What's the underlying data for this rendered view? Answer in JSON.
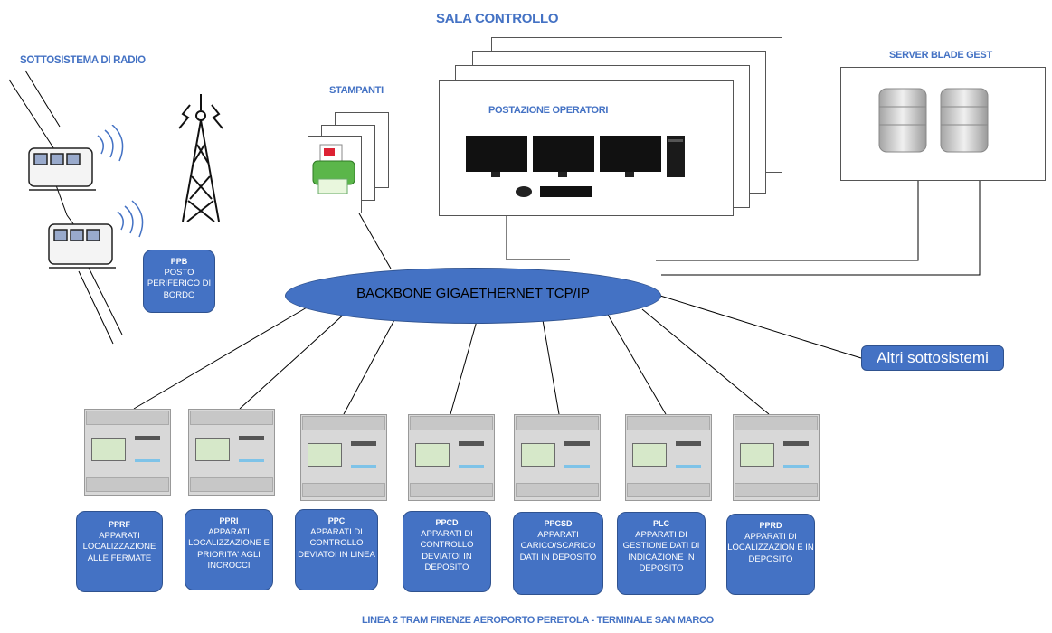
{
  "titles": {
    "sala_controllo": "SALA CONTROLLO",
    "sottosistema_radio": "SOTTOSISTEMA DI RADIO",
    "stampanti": "STAMPANTI",
    "postazione_operatori": "POSTAZIONE OPERATORI",
    "server_blade": "SERVER BLADE GEST",
    "footer": "LINEA  2 TRAM FIRENZE  AEROPORTO PERETOLA - TERMINALE SAN MARCO"
  },
  "backbone": "BACKBONE  GIGAETHERNET TCP/IP",
  "altri": "Altri sottosistemi",
  "ppb": {
    "code": "PPB",
    "desc": "POSTO PERIFERICO DI BORDO"
  },
  "devices": [
    {
      "code": "PPRF",
      "desc": "APPARATI LOCALIZZAZIONE ALLE FERMATE"
    },
    {
      "code": "PPRI",
      "desc": "APPARATI LOCALIZZAZIONE E PRIORITA' AGLI INCROCCI"
    },
    {
      "code": "PPC",
      "desc": "APPARATI DI CONTROLLO DEVIATOI IN LINEA"
    },
    {
      "code": "PPCD",
      "desc": "APPARATI DI CONTROLLO DEVIATOI IN DEPOSITO"
    },
    {
      "code": "PPCSD",
      "desc": "APPARATI CARICO/SCARICO DATI IN DEPOSITO"
    },
    {
      "code": "PLC",
      "desc": "APPARATI DI GESTIONE DATI DI INDICAZIONE IN DEPOSITO"
    },
    {
      "code": "PPRD",
      "desc": "APPARATI DI LOCALIZZAZION E IN DEPOSITO"
    }
  ],
  "icons": [
    "radio-tower-icon",
    "tram-icon",
    "printer-icon",
    "monitor-icon",
    "server-icon",
    "plc-icon"
  ]
}
